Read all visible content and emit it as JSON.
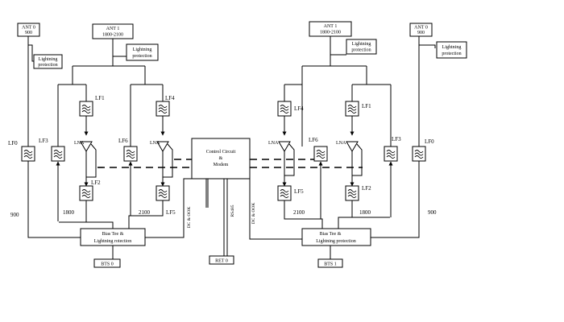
{
  "left_unit": {
    "ant0": [
      "ANT 0",
      "900"
    ],
    "ant1": [
      "ANT 1",
      "1800-2100"
    ],
    "lightning_1": [
      "Lightning",
      "protection"
    ],
    "lightning_2": [
      "Lightning",
      "protection"
    ],
    "filters": {
      "lf0": "LF0",
      "lf1": "LF1",
      "lf2": "LF2",
      "lf3": "LF3",
      "lf4": "LF4",
      "lf5": "LF5",
      "lf6": "LF6"
    },
    "lna_1": "LNA",
    "lna_2": "LNA",
    "band_900": "900",
    "band_1800": "1800",
    "band_2100": "2100",
    "bias_tee": [
      "Bias Tee  &",
      "Lightning rotection"
    ],
    "bts": "BTS 0",
    "dc_ook": "DC & OOK"
  },
  "center": {
    "control": [
      "Control Circuit",
      "&",
      "Modem"
    ],
    "rs485": "RS485",
    "ret": "RET 0"
  },
  "right_unit": {
    "ant1": [
      "ANT 1",
      "1800-2100"
    ],
    "ant0": [
      "ANT 0",
      "900"
    ],
    "lightning_1": [
      "Lightning",
      "protection"
    ],
    "lightning_2": [
      "Lightning",
      "protection"
    ],
    "filters": {
      "lf0": "LF0",
      "lf1": "LF1",
      "lf2": "LF2",
      "lf3": "LF3",
      "lf4": "LF4",
      "lf5": "LF5",
      "lf6": "LF6"
    },
    "lna_1": "LNA",
    "lna_2": "LNA",
    "band_900": "900",
    "band_1800": "1800",
    "band_2100": "2100",
    "bias_tee": [
      "Bias Tee  &",
      "Lightning protection"
    ],
    "bts": "BTS 1",
    "dc_ook": "DC & OOK"
  }
}
